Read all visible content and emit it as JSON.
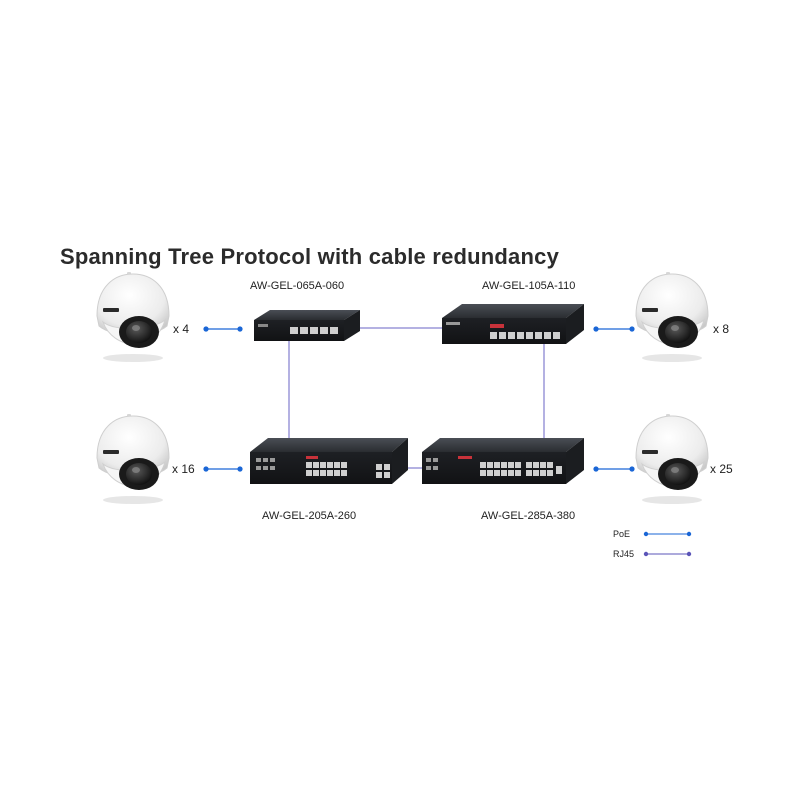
{
  "title": "Spanning Tree Protocol with cable redundancy",
  "switches": [
    {
      "model": "AW-GEL-065A-060"
    },
    {
      "model": "AW-GEL-105A-110"
    },
    {
      "model": "AW-GEL-205A-260"
    },
    {
      "model": "AW-GEL-285A-380"
    }
  ],
  "cameras": [
    {
      "quantity": "x 4",
      "icon": "dome-camera-icon"
    },
    {
      "quantity": "x 8",
      "icon": "dome-camera-icon"
    },
    {
      "quantity": "x 16",
      "icon": "dome-camera-icon"
    },
    {
      "quantity": "x 25",
      "icon": "dome-camera-icon"
    }
  ],
  "legend": {
    "poe": {
      "label": "PoE",
      "color": "#1a66d6"
    },
    "rj45": {
      "label": "RJ45",
      "color": "#5b55b8"
    }
  },
  "colors": {
    "poe": "#1a66d6",
    "rj45": "#6a63c4",
    "switch_body": "#2a2d31",
    "camera_body": "#f2f2f2"
  }
}
